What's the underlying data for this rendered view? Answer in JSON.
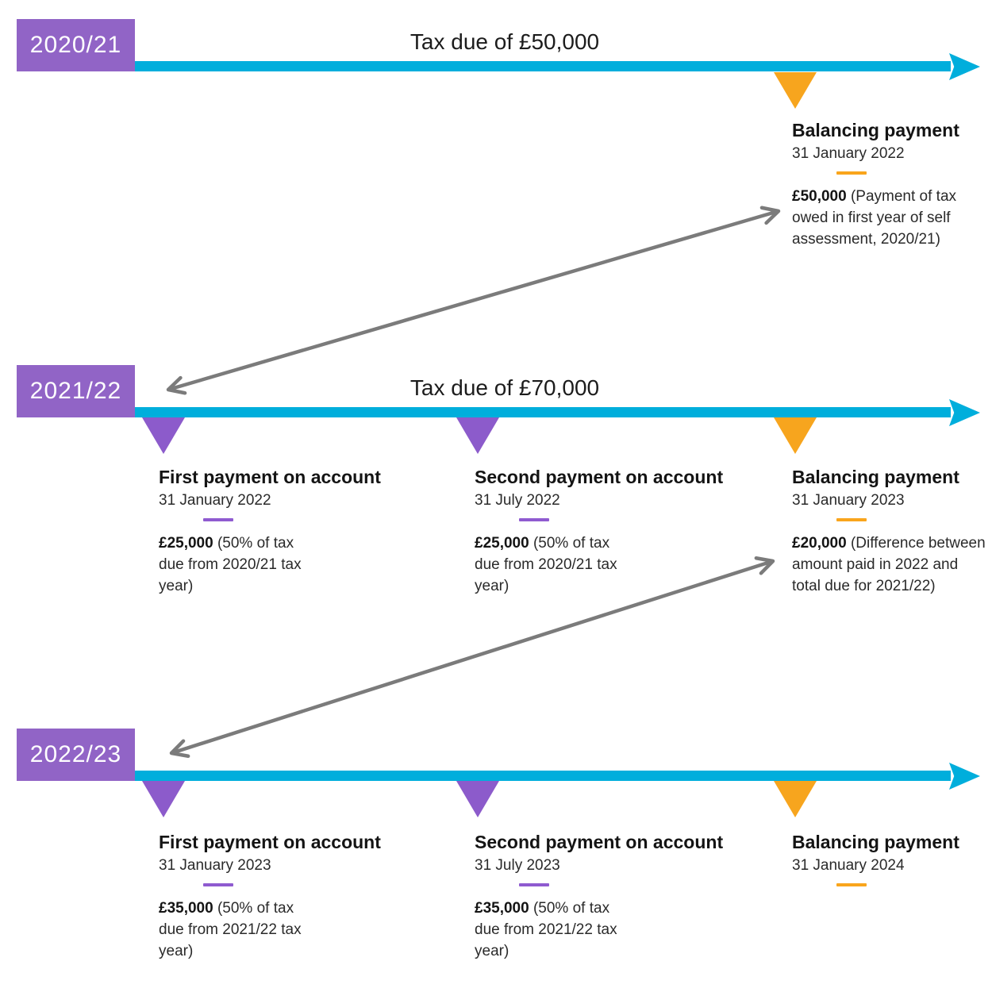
{
  "diagram": {
    "type": "tax-payment-timeline",
    "colors": {
      "year_box": "#9164C6",
      "timeline": "#00AEDC",
      "marker_purple": "#8C5BCB",
      "marker_orange": "#F7A51E",
      "divider_purple": "#8F5BD0",
      "divider_orange": "#F9A51C",
      "connector_gray": "#7B7B7B",
      "text": "#1C1C1C"
    },
    "rows": [
      {
        "year": "2020/21",
        "title": "Tax due of £50,000",
        "events": [
          {
            "name": "Balancing payment",
            "date": "31 January 2022",
            "amount": "£50,000",
            "desc": "(Payment of tax owed in first year of self assessment, 2020/21)",
            "marker": "orange"
          }
        ]
      },
      {
        "year": "2021/22",
        "title": "Tax due of £70,000",
        "events": [
          {
            "name": "First payment on account",
            "date": "31 January 2022",
            "amount": "£25,000",
            "desc": "(50% of tax due from 2020/21 tax year)",
            "marker": "purple"
          },
          {
            "name": "Second payment on account",
            "date": "31 July 2022",
            "amount": "£25,000",
            "desc": "(50% of tax due from 2020/21 tax year)",
            "marker": "purple"
          },
          {
            "name": "Balancing payment",
            "date": "31 January 2023",
            "amount": "£20,000",
            "desc": "(Difference between amount paid in 2022 and total due for 2021/22)",
            "marker": "orange"
          }
        ]
      },
      {
        "year": "2022/23",
        "events": [
          {
            "name": "First payment on account",
            "date": "31 January 2023",
            "amount": "£35,000",
            "desc": "(50% of tax due from 2021/22 tax year)",
            "marker": "purple"
          },
          {
            "name": "Second payment on account",
            "date": "31 July 2023",
            "amount": "£35,000",
            "desc": "(50% of tax due from 2021/22 tax year)",
            "marker": "purple"
          },
          {
            "name": "Balancing payment",
            "date": "31 January 2024",
            "marker": "orange"
          }
        ]
      }
    ]
  }
}
